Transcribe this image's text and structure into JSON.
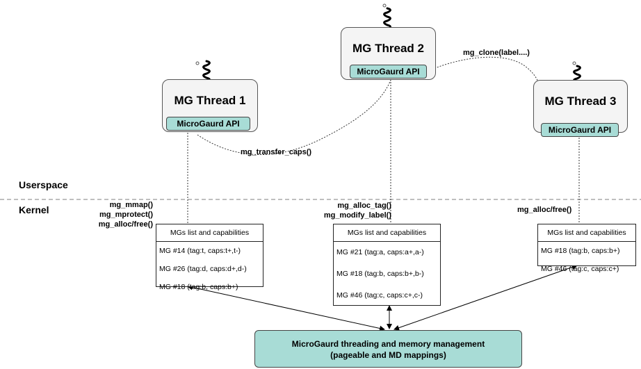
{
  "threads": [
    {
      "name": "MG Thread 1",
      "api": "MicroGaurd API"
    },
    {
      "name": "MG Thread 2",
      "api": "MicroGaurd API"
    },
    {
      "name": "MG Thread 3",
      "api": "MicroGaurd API"
    }
  ],
  "calls": {
    "transfer": "mg_transfer_caps()",
    "clone": "mg_clone(label....)",
    "left": [
      "mg_mmap()",
      "mg_mprotect()",
      "mg_alloc/free()"
    ],
    "middle": [
      "mg_alloc_tag()",
      "mg_modify_label()"
    ],
    "right": [
      "mg_alloc/free()"
    ]
  },
  "layers": {
    "user": "Userspace",
    "kernel": "Kernel"
  },
  "tables": [
    {
      "header": "MGs list and capabilities",
      "rows": [
        "MG #14 (tag:t, caps:t+,t-)",
        "MG #26 (tag:d, caps:d+,d-)",
        "MG #18 (tag:b, caps:b+)"
      ]
    },
    {
      "header": "MGs list and capabilities",
      "rows": [
        "MG #21 (tag:a, caps:a+,a-)",
        "MG #18 (tag:b, caps:b+,b-)",
        "MG #46 (tag:c, caps:c+,c-)"
      ]
    },
    {
      "header": "MGs list and capabilities",
      "rows": [
        "MG #18 (tag:b, caps:b+)",
        "MG #46 (tag:c, caps:c+)"
      ]
    }
  ],
  "memory_manager": {
    "line1": "MicroGaurd threading and memory management",
    "line2": "(pageable and MD mappings)"
  },
  "colors": {
    "api_fill": "#a8dcd6",
    "thread_fill": "#f4f4f4"
  },
  "icons": [
    "spring-icon",
    "spring-icon",
    "spring-icon"
  ]
}
